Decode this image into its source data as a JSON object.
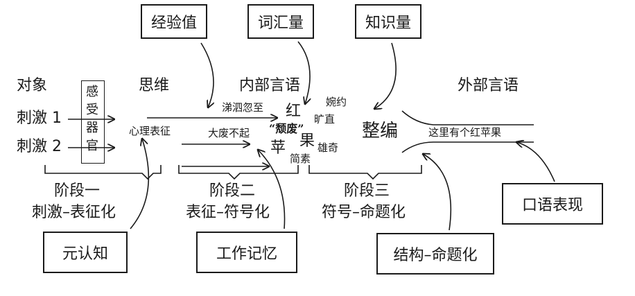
{
  "top_boxes": {
    "experience": "经验值",
    "vocabulary": "词汇量",
    "knowledge": "知识量"
  },
  "headers": {
    "object": "对象",
    "thinking": "思维",
    "inner_speech": "内部言语",
    "outer_speech": "外部言语"
  },
  "stimuli": {
    "stimulus1": "刺激 1",
    "stimulus2": "刺激 2"
  },
  "sense_organ": [
    "感",
    "受",
    "器",
    "官"
  ],
  "mental_representation": "心理表征",
  "idioms": {
    "tears": "涕泗忽至",
    "dafei": "大废不起"
  },
  "center": {
    "hong": "红",
    "ping": "苹",
    "guo": "果",
    "quoted": "“颓废”",
    "wanyue": "婉约",
    "kuangzhi": "旷直",
    "xiongqi": "雄奇",
    "jiansu": "简素"
  },
  "integration": "整编",
  "sentence": "这里有个红苹果",
  "stages": {
    "stage1_title": "阶段一",
    "stage1_desc": "刺激–表征化",
    "stage2_title": "阶段二",
    "stage2_desc": "表征–符号化",
    "stage3_title": "阶段三",
    "stage3_desc": "符号–命题化"
  },
  "bottom_boxes": {
    "metacognition": "元认知",
    "working_memory": "工作记忆",
    "structure": "结构–命题化",
    "oral": "口语表现"
  }
}
